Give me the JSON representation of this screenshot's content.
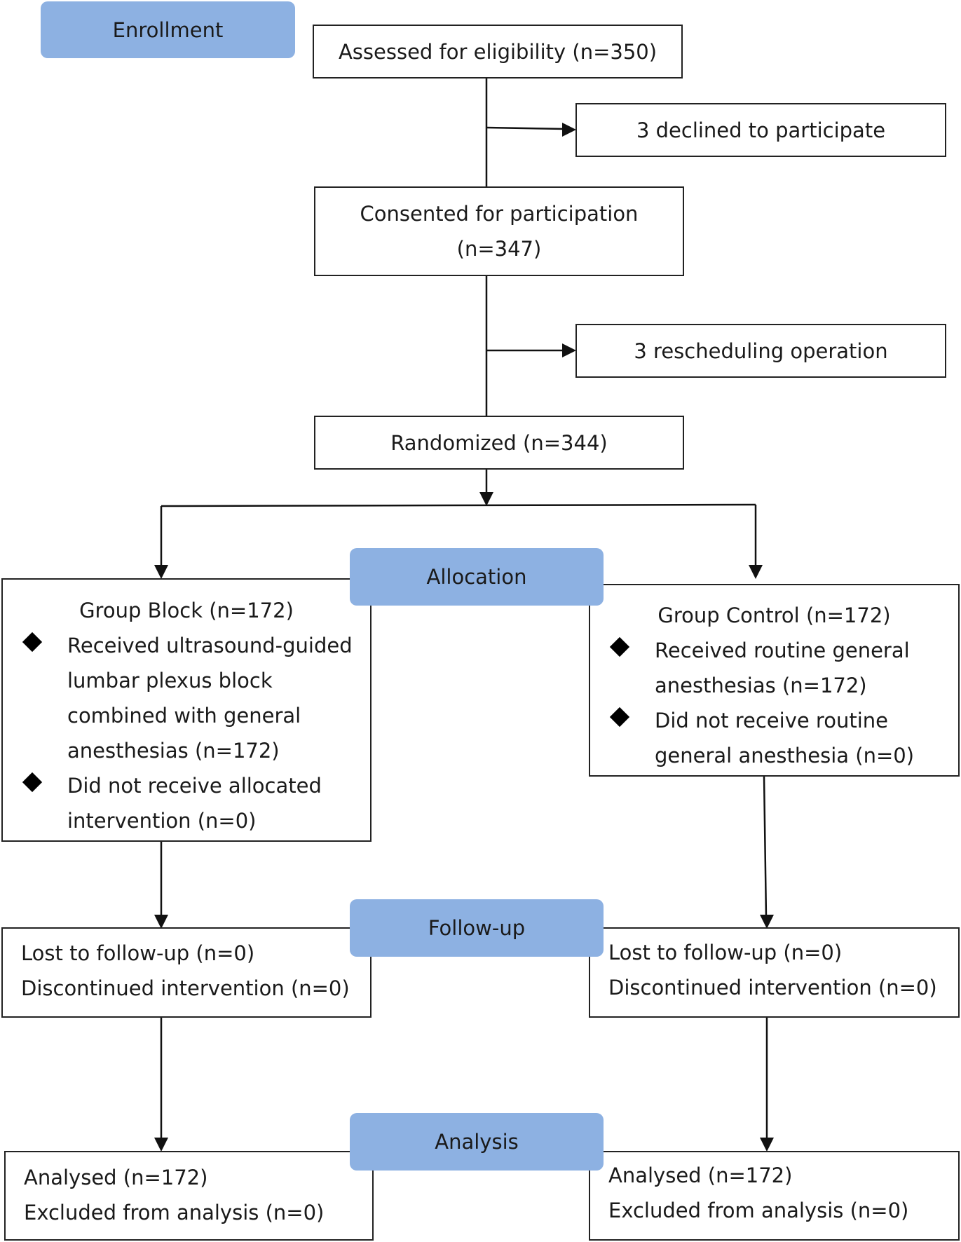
{
  "stages": {
    "enrollment": "Enrollment",
    "allocation": "Allocation",
    "follow_up": "Follow-up",
    "analysis": "Analysis"
  },
  "enrollment": {
    "assessed": "Assessed for eligibility (n=350)",
    "declined": "3 declined to participate",
    "consented_line1": "Consented for participation",
    "consented_line2": "(n=347)",
    "rescheduling": "3 rescheduling operation",
    "randomized": "Randomized (n=344)"
  },
  "group_block": {
    "title": "Group Block (n=172)",
    "bullets": [
      [
        "Received ultrasound-guided",
        "lumbar plexus block",
        "combined with general",
        "anesthesias (n=172)"
      ],
      [
        "Did not receive allocated",
        "intervention (n=0)"
      ]
    ],
    "follow_up": [
      "Lost to follow-up (n=0)",
      "Discontinued intervention (n=0)"
    ],
    "analysis": [
      "Analysed (n=172)",
      "Excluded from analysis (n=0)"
    ]
  },
  "group_control": {
    "title": "Group Control (n=172)",
    "bullets": [
      [
        "Received routine general",
        "anesthesias (n=172)"
      ],
      [
        "Did not receive routine",
        "general anesthesia (n=0)"
      ]
    ],
    "follow_up": [
      "Lost to follow-up (n=0)",
      "Discontinued intervention (n=0)"
    ],
    "analysis": [
      "Analysed (n=172)",
      "Excluded from analysis (n=0)"
    ]
  },
  "colors": {
    "stage_fill": "#8db1e2",
    "border": "#222222",
    "diamond": "#000000"
  }
}
